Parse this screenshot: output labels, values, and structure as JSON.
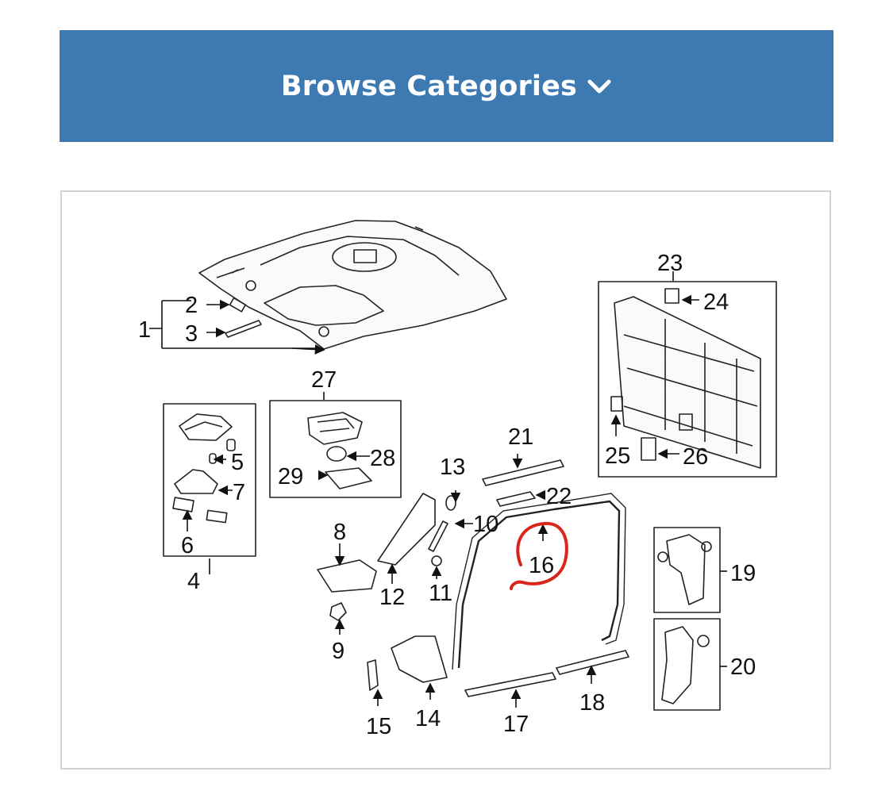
{
  "header": {
    "browse_label": "Browse Categories",
    "chevron_icon": "chevron-down-icon",
    "bar_color": "#3d7ab2"
  },
  "diagram": {
    "callouts": [
      "1",
      "2",
      "3",
      "4",
      "5",
      "6",
      "7",
      "8",
      "9",
      "10",
      "11",
      "12",
      "13",
      "14",
      "15",
      "16",
      "17",
      "18",
      "19",
      "20",
      "21",
      "22",
      "23",
      "24",
      "25",
      "26",
      "27",
      "28",
      "29"
    ],
    "highlighted_callout": "16",
    "highlight_color": "#d8261b"
  }
}
